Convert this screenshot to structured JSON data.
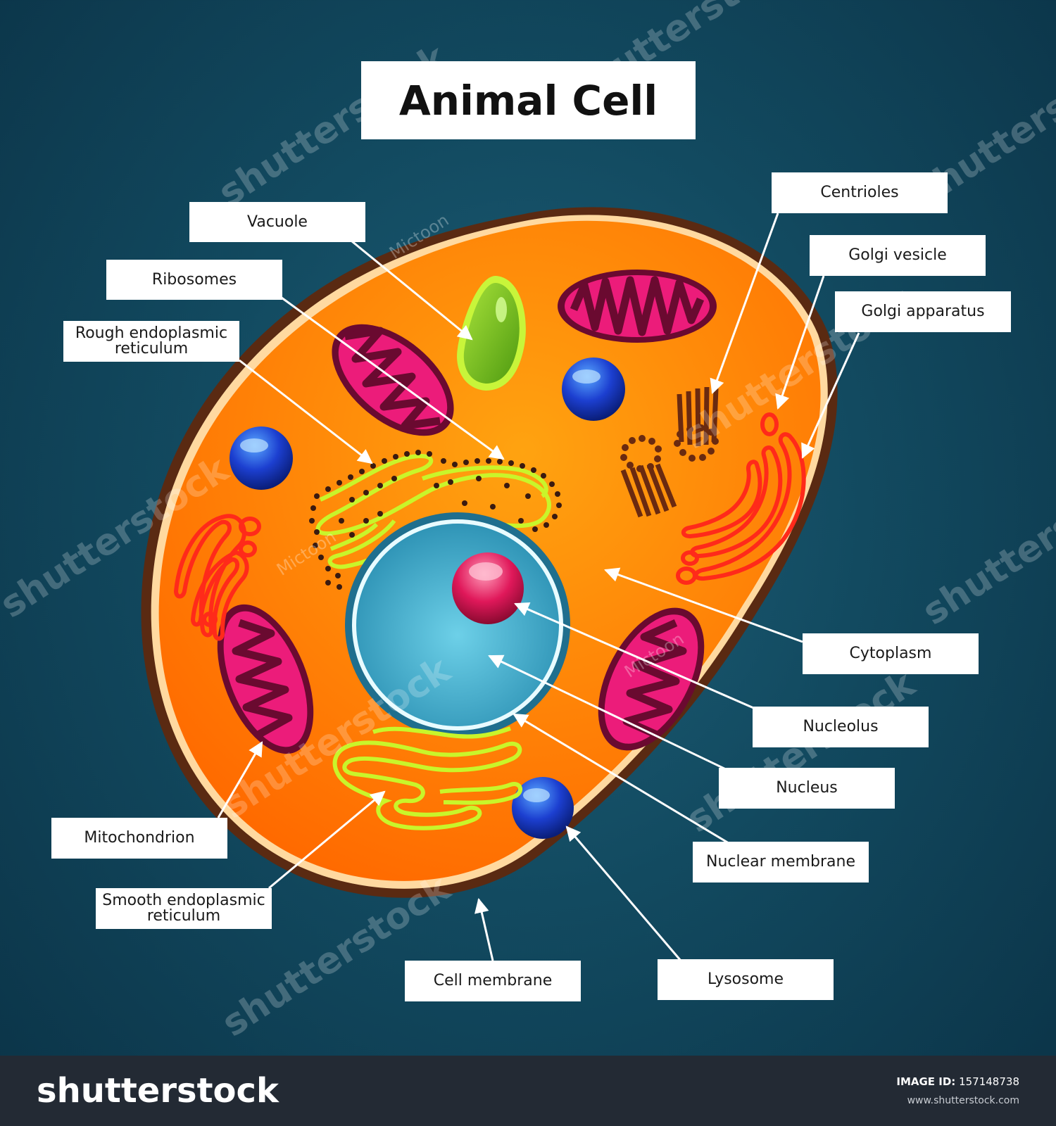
{
  "title": "Animal Cell",
  "labels": {
    "vacuole": "Vacuole",
    "ribosomes": "Ribosomes",
    "rough_er_line1": "Rough endoplasmic",
    "rough_er_line2": "reticulum",
    "centrioles": "Centrioles",
    "golgi_vesicle": "Golgi vesicle",
    "golgi_apparatus": "Golgi apparatus",
    "cytoplasm": "Cytoplasm",
    "nucleolus": "Nucleolus",
    "nucleus": "Nucleus",
    "nuclear_membrane": "Nuclear membrane",
    "mitochondrion": "Mitochondrion",
    "smooth_er_line1": "Smooth endoplasmic",
    "smooth_er_line2": "reticulum",
    "cell_membrane": "Cell membrane",
    "lysosome": "Lysosome"
  },
  "watermarks": {
    "brand": "shutterstock",
    "author": "Mictoon"
  },
  "footer": {
    "logo": "shutterstock",
    "image_id_key": "IMAGE ID:",
    "image_id_value": "157148738",
    "url": "www.shutterstock.com"
  },
  "colors": {
    "background": "#124a60",
    "cytoplasm": "#ff8a00",
    "membrane": "#5a2a12",
    "nucleus": "#3aa6c6",
    "mitochondria": "#ec1c7a",
    "rough_er": "#c9f52a",
    "golgi": "#ff2a1a",
    "lysosome": "#1a3cc8",
    "vacuole": "#7fc81e",
    "centrioles": "#6a2a10"
  }
}
